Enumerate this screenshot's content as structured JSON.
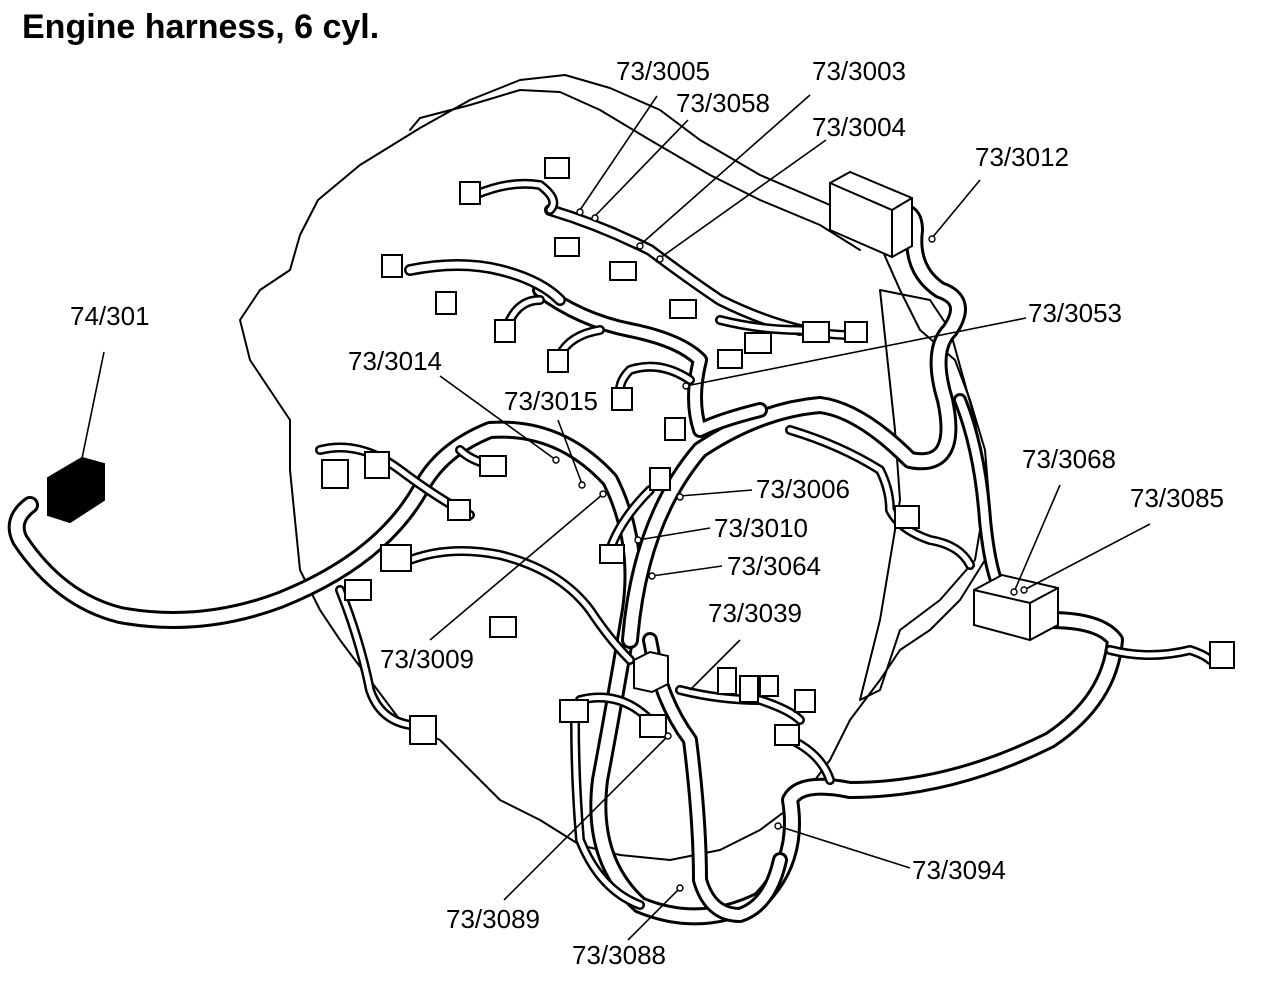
{
  "title": "Engine harness, 6 cyl.",
  "labels": {
    "l_3005": "73/3005",
    "l_3058": "73/3058",
    "l_3003": "73/3003",
    "l_3004": "73/3004",
    "l_3012": "73/3012",
    "l_301": "74/301",
    "l_3053": "73/3053",
    "l_3014": "73/3014",
    "l_3015": "73/3015",
    "l_3068": "73/3068",
    "l_3085": "73/3085",
    "l_3006": "73/3006",
    "l_3010": "73/3010",
    "l_3064": "73/3064",
    "l_3039": "73/3039",
    "l_3009": "73/3009",
    "l_3094": "73/3094",
    "l_3089": "73/3089",
    "l_3088": "73/3088"
  },
  "colors": {
    "ink": "#000000",
    "paper": "#ffffff",
    "module": "#000000"
  }
}
